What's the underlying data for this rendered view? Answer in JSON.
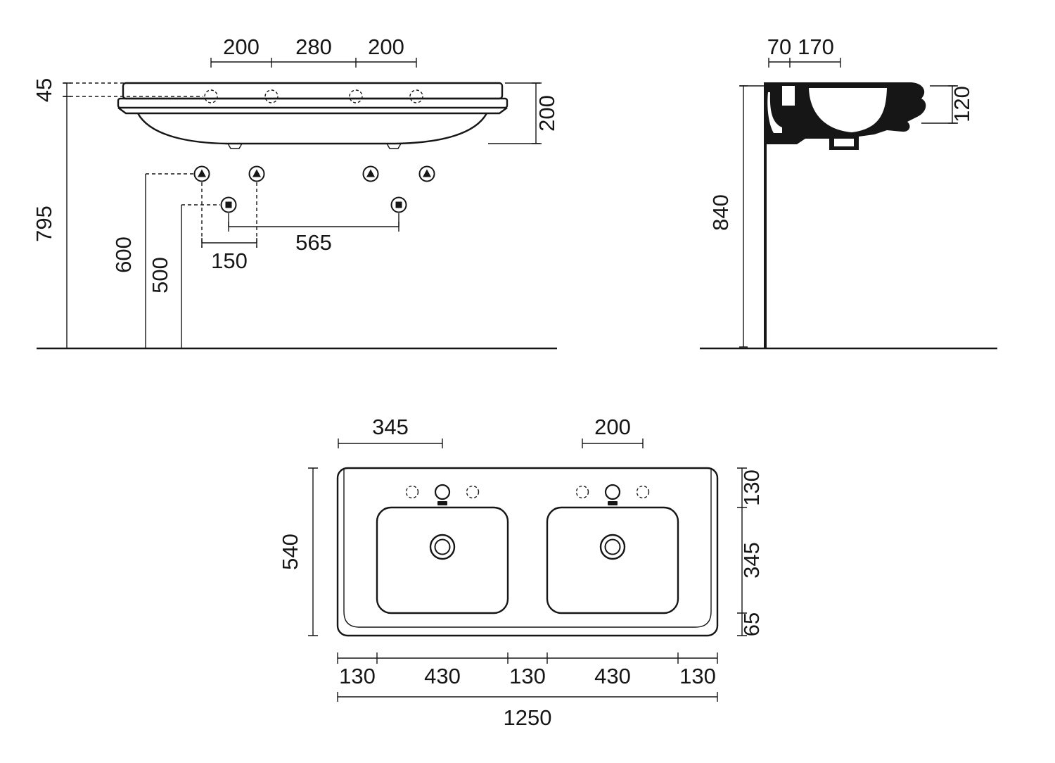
{
  "drawing": {
    "front": {
      "faucet_spacing_left": "200",
      "faucet_spacing_mid": "280",
      "faucet_spacing_right": "200",
      "top_to_holes": "45",
      "holes_to_floor": "795",
      "body_height": "200",
      "bracket_to_floor": "600",
      "fixing_to_floor": "500",
      "fixing_spacing": "565",
      "bracket_spacing": "150"
    },
    "side": {
      "wall_to_hole": "70",
      "hole_to_rim": "170",
      "front_drop": "120",
      "rim_to_floor": "840"
    },
    "plan": {
      "left_hole_offset": "345",
      "right_hole_spacing": "200",
      "overall_depth": "540",
      "back_margin": "130",
      "bowl_depth": "345",
      "front_margin": "65",
      "width_segments": [
        "130",
        "430",
        "130",
        "430",
        "130"
      ],
      "overall_width": "1250"
    }
  }
}
